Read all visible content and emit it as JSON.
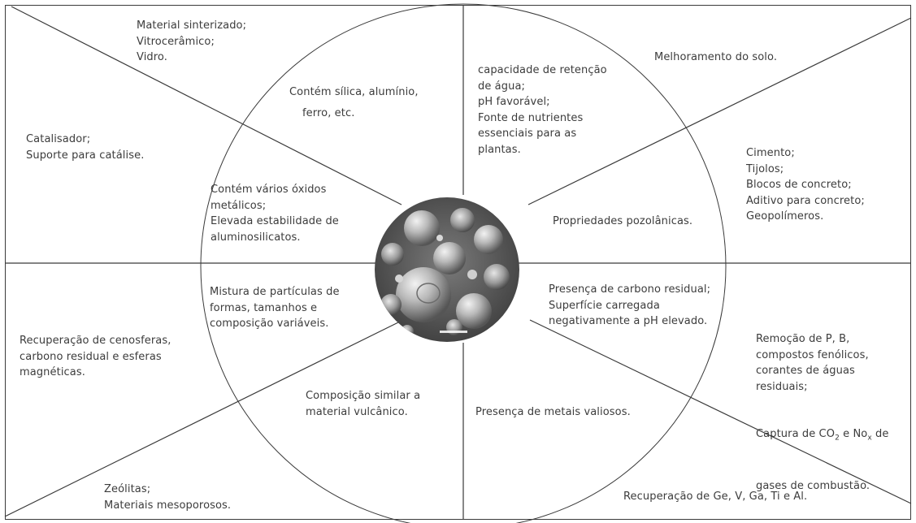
{
  "labels": {
    "outer_top_left": "Material sinterizado;\nVitrocerâmico;\nVidro.",
    "outer_left_upper": "Catalisador;\nSuporte para catálise.",
    "outer_left_lower": "Recuperação de cenosferas,\ncarbono residual e esferas\nmagnéticas.",
    "outer_bottom_left": "Zeólitas;\nMateriais mesoporosos.",
    "outer_top_right": "Melhoramento do solo.",
    "outer_right_upper": "Cimento;\nTijolos;\nBlocos de concreto;\nAditivo para concreto;\nGeopolímeros.",
    "outer_right_lower_a": "Remoção de P, B,\ncompostos fenólicos,\ncorantes de águas\nresiduais;",
    "outer_right_lower_b": "Captura de CO",
    "outer_right_lower_b_sub1": "2",
    "outer_right_lower_b_mid": " e No",
    "outer_right_lower_b_sub2": "x",
    "outer_right_lower_b_end": " de",
    "outer_right_lower_c": "gases de combustão.",
    "outer_bottom_right": "Recuperação de Ge, V, Ga, Ti e Al.",
    "inner_top_left_a": "Contém sílica, alumínio,",
    "inner_top_left_b": "ferro, etc.",
    "inner_left_upper": "Contém vários óxidos\nmetálicos;\nElevada estabilidade de\naluminosilicatos.",
    "inner_left_lower": "Mistura de partículas de\nformas, tamanhos e\ncomposição variáveis.",
    "inner_bottom_left": "Composição similar a\nmaterial vulcânico.",
    "inner_top_right": "capacidade de retenção\nde água;\npH favorável;\nFonte de nutrientes\nessenciais para as\nplantas.",
    "inner_right_upper": "Propriedades pozolânicas.",
    "inner_right_lower": "Presença de carbono residual;\nSuperfície carregada\nnegativamente a pH elevado.",
    "inner_bottom_right": "Presença de metais valiosos."
  },
  "center_image": "sem-micrograph-fly-ash-spheres",
  "colors": {
    "lines": "#3a3a3a",
    "text": "#3c3c3c",
    "background": "#ffffff"
  }
}
